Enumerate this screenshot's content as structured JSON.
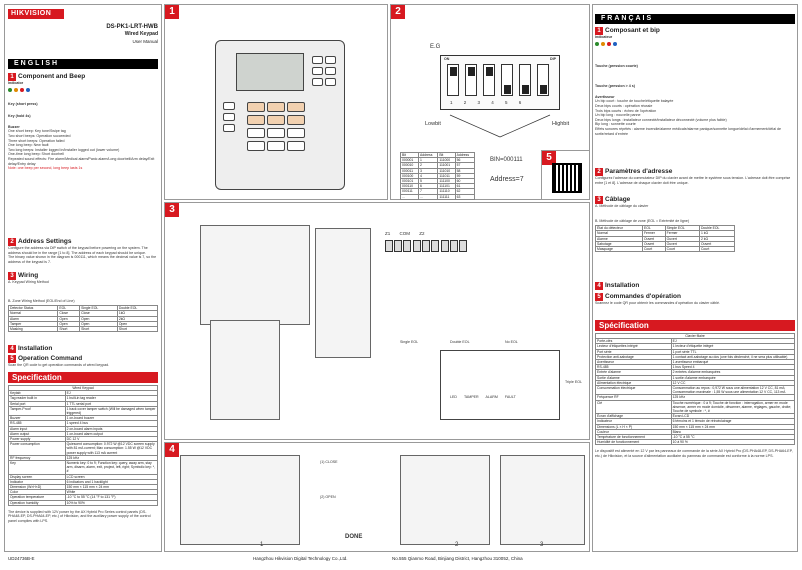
{
  "brand": "HIKVISION",
  "model": {
    "code": "DS-PK1-LRT-HWB",
    "name": "Wired Keypad",
    "doc": "User Manual"
  },
  "english": {
    "lang": "ENGLISH",
    "s1": "Component and Beep",
    "indicator": "Indicator",
    "key_short": "Key  (short press)",
    "key_hold": "Key  (hold 4s)",
    "buzzer": "Buzzer",
    "buzzer_lines": [
      "One short beep: Key tone/Swipe tag",
      "Two short beeps: Operation succeeded",
      "Three short beeps: Operation failed",
      "One long beep: New fault",
      "Two long beeps: Installer logged in/Installer logged out (lower volume)",
      "One-time long beep: Short doorbell",
      "Repeated sound effects: Fire alarm/Medical alarm/Panic alarm/Long doorbell/Arm delay/Exit delay/Entry delay",
      "Note: one beep per second, long beep lasts 1s"
    ],
    "s2": "Address Settings",
    "s2_text": "Configure the address via DIP switch of the keypad before powering on the system. The address should be in the range [1 to 8]. The address of each keypad should be unique.",
    "s2_text2": "The binary value shown in the diagram is 000111, which means the decimal value is 7, so the address of the keypad is 7.",
    "s3": "Wiring",
    "s3_a": "A. Keypad Wiring Method",
    "s3_b": "B. Zone Wiring Method (EOL/End of Line)",
    "s3_table_head": [
      "Detector Status",
      "EOL",
      "Single EOL",
      "Double EOL"
    ],
    "s3_table_rows": [
      [
        "Normal",
        "Close",
        "Close",
        "1kΩ"
      ],
      [
        "Alarm",
        "Open",
        "Open",
        "2kΩ"
      ],
      [
        "Tamper",
        "Open",
        "Open",
        "Open"
      ],
      [
        "Masking",
        "Short",
        "Short",
        "Short"
      ]
    ],
    "s4": "Installation",
    "s5": "Operation Command",
    "s5_text": "Scan the QR code to get operation commands of wired keypad.",
    "spec": "Specification",
    "spec_title": "Wired Keypad",
    "spec_rows": [
      [
        "Keytab",
        "EJ"
      ],
      [
        "Tag reader built in",
        "1 built-in tag reader"
      ],
      [
        "Serial port",
        "1 TTL serial port"
      ],
      [
        "Tamper-Proof",
        "1 back cover tamper switch (Will be damaged when tamper triggered)"
      ],
      [
        "Buzzer",
        "1 on-board buzzer"
      ],
      [
        "RS-485",
        "1 speed 4 bus"
      ],
      [
        "Alarm input",
        "2 on-board alarm inputs"
      ],
      [
        "Alarm output",
        "1 on-board alarm output"
      ],
      [
        "Power supply",
        "DC 12 V"
      ],
      [
        "Power consumption",
        "Quiescent consumption: 0.972 W @12 VDC screen supply with 81 mA current; Max consumption: 1.55 W @12 VDC power supply with 113 mA current"
      ],
      [
        "RF frequency",
        "125 kHz"
      ],
      [
        "Key",
        "Numeric key: 0 to 9; Function key: query, away arm, stay arm, disarm, alarm, exit, project, left, right; Symbolic key: *, #"
      ],
      [
        "Display screen",
        "LCD screen"
      ],
      [
        "Indicator",
        "6 indicators and 1 backlight"
      ],
      [
        "Dimension (W×H×D)",
        "150 mm × 115 mm × 24 mm"
      ],
      [
        "Color",
        "White"
      ],
      [
        "Operation temperature",
        "-10 °C to 55 °C (14 °F to 131 °F)"
      ],
      [
        "Operation humidity",
        "10% to 90%"
      ]
    ],
    "spec_note": "The device is supplied with 12V power by the AX Hybrid Pro Series control panels (DS-PHA48-EP, DS-PHA64-EP, etc.) of Hikvision, and the auxiliary power supply of the control panel complies with LPS."
  },
  "panels": {
    "p1": "1",
    "p2": "2",
    "p3": "3",
    "p4": "4",
    "p5": "5",
    "eg": "E.G",
    "dip_on": "ON",
    "dip_dip": "DIP",
    "lowbit": "Lowbit",
    "highbit": "Highbit",
    "bin": "BIN=000111",
    "address": "Address=7",
    "dip_table_head": [
      "Bit",
      "Address",
      "Bit",
      "Address"
    ],
    "dip_table_rows": [
      [
        "000001",
        "1",
        "111000",
        "56"
      ],
      [
        "000010",
        "2",
        "111001",
        "57"
      ],
      [
        "000011",
        "3",
        "111010",
        "58"
      ],
      [
        "000100",
        "4",
        "111011",
        "59"
      ],
      [
        "000101",
        "5",
        "111100",
        "60"
      ],
      [
        "000110",
        "6",
        "111101",
        "61"
      ],
      [
        "000111",
        "7",
        "111110",
        "62"
      ],
      [
        "...",
        "...",
        "111111",
        "63"
      ]
    ],
    "zone_labels": [
      "Z1",
      "COM",
      "Z2"
    ],
    "single_eol": "Single EOL",
    "double_eol": "Double EOL",
    "no_eol": "No EOL",
    "triple_eol": "Triple EOL",
    "tamper_labels": [
      "LED",
      "TAMPER",
      "ALARM",
      "FAULT"
    ],
    "done": "DONE",
    "step_labels": [
      "1",
      "2",
      "3"
    ],
    "close_label": "(1) CLOSE",
    "open_label": "(2) OPEN"
  },
  "french": {
    "lang": "FRANÇAIS",
    "s1": "Composant et bip",
    "indicateur": "Indicateur",
    "touche_courte": "Touche  (pression courte)",
    "touche_longue": "Touche  (pression > 4 s)",
    "avertisseur": "Avertisseur",
    "avertisseur_lines": [
      "Un bip court : touche de touche/étiquette balayée",
      "Deux bips courts : opération réussie",
      "Trois bips courts : échec de l'opération",
      "Un bip long : nouvelle panne",
      "Deux bips longs : installateur connecté/installateur déconnecté (volume plus faible)",
      "Bip long : sonnette courte",
      "Effets sonores répétés : alarme incendie/alarme médicale/alarme panique/sonnette longue/délai d'armement/délai de sortie/retard d'entrée"
    ],
    "s2": "Paramètres d'adresse",
    "s2_text": "Configurez l'adresse du commutateur DIP du clavier avant de mettre le système sous tension. L'adresse doit être comprise entre [1 et 8]. L'adresse de chaque clavier doit être unique.",
    "s3": "Câblage",
    "s3_a": "A. Méthode de câblage du clavier",
    "s3_b": "B. Méthode de câblage de zone (EOL = Extrémité de ligne)",
    "s3_table_head": [
      "État du détecteur",
      "EOL",
      "Simple EOL",
      "Double EOL"
    ],
    "s3_table_rows": [
      [
        "Normal",
        "Fermer",
        "Fermer",
        "1 kΩ"
      ],
      [
        "Alarme",
        "Ouvert",
        "Ouvert",
        "2 kΩ"
      ],
      [
        "Sabotage",
        "Ouvert",
        "Ouvert",
        "Ouvert"
      ],
      [
        "Masquage",
        "Court",
        "Court",
        "Court"
      ]
    ],
    "s4": "Installation",
    "s5": "Commandes d'opération",
    "s5_text": "Scannez le code QR pour obtenir les commandes d'opération du clavier câblé.",
    "spec": "Spécification",
    "spec_title": "Clavier filaire",
    "spec_rows": [
      [
        "Porte-clés",
        "EJ"
      ],
      [
        "Lecteur d'étiquettes intégré",
        "1 lecteur d'étiquette intégré"
      ],
      [
        "Port série",
        "1 port série TTL"
      ],
      [
        "Protection anti-sabotage",
        "1 contact anti-sabotage au dos (une fois déclenché, il ne sera plus utilisable)"
      ],
      [
        "Avertisseur",
        "1 avertisseur embarqué"
      ],
      [
        "RS-485",
        "1 bus Speed 4"
      ],
      [
        "Entrée d'alarme",
        "2 entrées d'alarme embarquées"
      ],
      [
        "Sortie d'alarme",
        "1 sortie d'alarme embarquée"
      ],
      [
        "Alimentation électrique",
        "12 V CC"
      ],
      [
        "Consommation électrique",
        "Consommation au repos : 0,972 W sous une alimentation 12 V CC, 81 mA; Consommation maximale : 1,55 W sous une alimentation 12 V CC, 113 mA"
      ],
      [
        "Fréquence RF",
        "125 kHz"
      ],
      [
        "Clé",
        "Touche numérique : 0 à 9; Touche de fonction : interrogation, armer en mode absence, armer en mode domicile, désarmer, alarme, réglages, gauche, droite; Touche de symbole : *, #"
      ],
      [
        "Écran d'affichage",
        "Écran LCD"
      ],
      [
        "Indicateur",
        "6 témoins et 1 témoin de rétroéclairage"
      ],
      [
        "Dimensions (L × H × P)",
        "150 mm × 115 mm × 24 mm"
      ],
      [
        "Couleur",
        "Blanc"
      ],
      [
        "Température de fonctionnement",
        "-10 °C à 55 °C"
      ],
      [
        "Humidité de fonctionnement",
        "10 à 90 %"
      ]
    ],
    "spec_note": "Le dispositif est alimenté en 12 V par les panneaux de commande de la série AX Hybrid Pro (DS-PHA48-EP, DS-PHA64-EP, etc.) de Hikvision, et la source d'alimentation auxiliaire du panneau de commande est conforme à la norme LPS."
  },
  "footer": {
    "doc_code": "UD24736B-E",
    "company": "Hangzhou Hikvision Digital Technology Co.,Ltd.",
    "address": "No.555 Qianmo Road, Binjiang District, Hangzhou 310052, China"
  },
  "colors": {
    "brand_red": "#d71920",
    "black": "#000000"
  }
}
